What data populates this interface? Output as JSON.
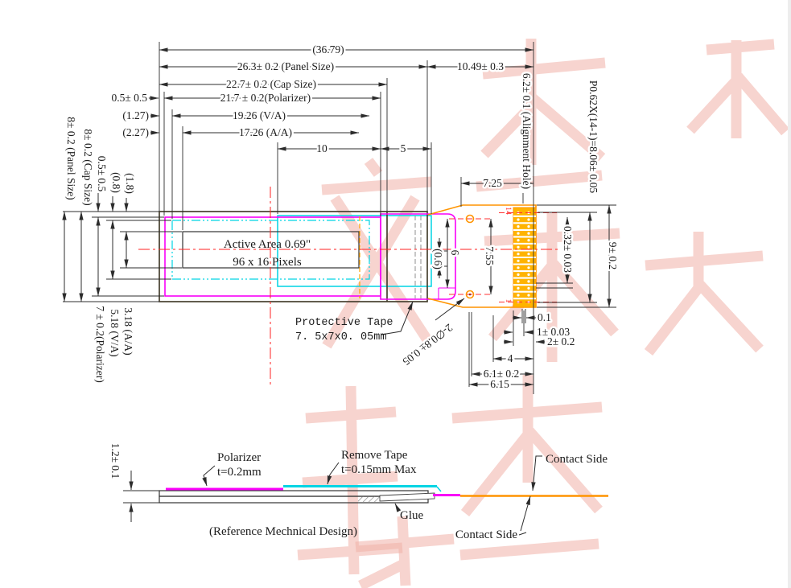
{
  "center": {
    "active_area_line1": "Active Area 0.69\"",
    "active_area_line2": "96 x 16 Pixels",
    "protective_tape_line1": "Protective Tape",
    "protective_tape_line2": "7. 5x7x0. 05mm"
  },
  "top": {
    "overall": "(36.79)",
    "panel_w": "26.3± 0.2 (Panel Size)",
    "fpc_w": "10.49± 0.3",
    "cap_w": "22.7± 0.2 (Cap Size)",
    "pol_off": "0.5± 0.5",
    "pol_w": "21.7 ± 0.2(Polarizer)",
    "va_off": "(1.27)",
    "va_w": "19.26 (V/A)",
    "aa_off": "(2.27)",
    "aa_w": "17.26 (A/A)",
    "tape_w1": "10",
    "tape_w2": "5",
    "fpc_hole_x": "7.25"
  },
  "left": {
    "panel_h": "8± 0.2 (Panel Size)",
    "cap_h": "8± 0.2 (Cap Size)",
    "pol_top": "0.5± 0.5",
    "va_top": "(0.8)",
    "aa_top": "(1.8)",
    "aa_h": "3.18 (A/A)",
    "va_h": "5.18 (V/A)",
    "pol_h": "7 ± 0.2(Polarizer)"
  },
  "right": {
    "align_hole": "6.2± 0.1 (Alignment Hole)",
    "pin_pitch": "P0.62X(14-1)=8.06± 0.05",
    "pin_w": "0.32± 0.03",
    "conn_h": "9± 0.2",
    "hole_span": "7.55",
    "pin14": "14",
    "pin1": "1",
    "gap": "0.1",
    "pin_len": "1± 0.03",
    "conn_w": "2± 0.2",
    "d4": "4",
    "d61": "6.1± 0.2",
    "d615": "6.15",
    "tape_h": "6",
    "tape_h2": "(0.6)",
    "holes": "2-∅0.8± 0.05"
  },
  "section": {
    "thickness": "1.2± 0.1",
    "polarizer1": "Polarizer",
    "polarizer2": "t=0.2mm",
    "tape1": "Remove Tape",
    "tape2": "t=0.15mm Max",
    "glue": "Glue",
    "contact_top": "Contact Side",
    "contact_bottom": "Contact Side",
    "caption": "(Reference Mechnical Design)"
  },
  "colors": {
    "outline": "#474130",
    "dimension": "#2c2c2c",
    "magenta": "#f800f8",
    "cyan": "#00d4e4",
    "orange": "#ff9400",
    "connector_fill": "#ffb300",
    "red": "#ff2222",
    "watermark": "#f0b1a8"
  }
}
